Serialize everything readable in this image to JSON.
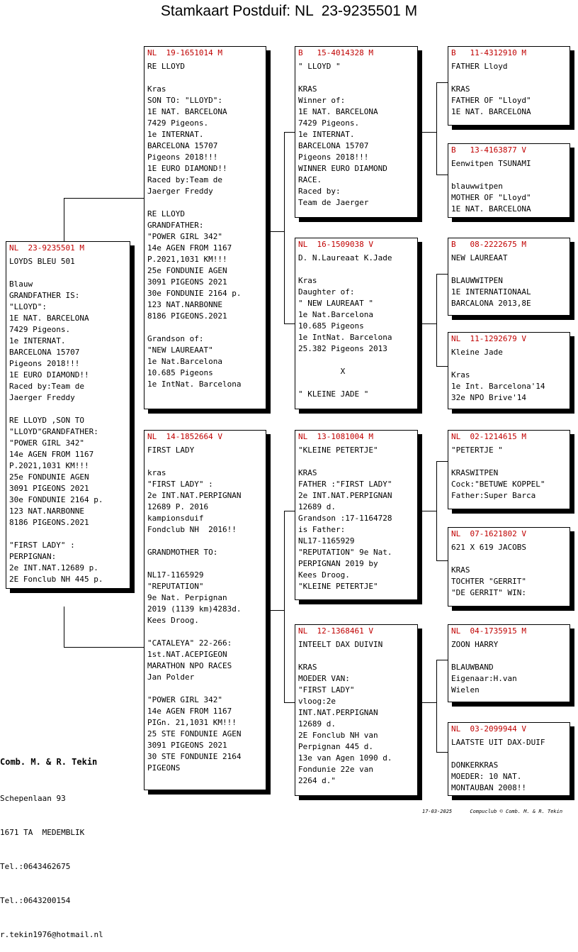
{
  "title": "Stamkaart Postduif: NL  23-9235501 M",
  "pigeons": {
    "subject": {
      "ring": "NL  23-9235501 M",
      "lines": "LOYDS BLEU 501\n\nBlauw\nGRANDFATHER IS:\n\"LLOYD\":\n1E NAT. BARCELONA\n7429 Pigeons.\n1e INTERNAT.\nBARCELONA 15707\nPigeons 2018!!!\n1E EURO DIAMOND!!\nRaced by:Team de\nJaerger Freddy\n\nRE LLOYD ,SON TO\n\"LLOYD\"GRANDFATHER:\n\"POWER GIRL 342\"\n14e AGEN FROM 1167\nP.2021,1031 KM!!!\n25e FONDUNIE AGEN\n3091 PIGEONS 2021\n30e FONDUNIE 2164 p.\n123 NAT.NARBONNE\n8186 PIGEONS.2021\n\n\"FIRST LADY\" :\nPERPIGNAN:\n2e INT.NAT.12689 p.\n2E Fonclub NH 445 p."
    },
    "father": {
      "ring": "NL  19-1651014 M",
      "lines": "RE LLOYD\n\nKras\nSON TO: \"LLOYD\":\n1E NAT. BARCELONA\n7429 Pigeons.\n1e INTERNAT.\nBARCELONA 15707\nPigeons 2018!!!\n1E EURO DIAMOND!!\nRaced by:Team de\nJaerger Freddy\n\nRE LLOYD\nGRANDFATHER:\n\"POWER GIRL 342\"\n14e AGEN FROM 1167\nP.2021,1031 KM!!!\n25e FONDUNIE AGEN\n3091 PIGEONS 2021\n30e FONDUNIE 2164 p.\n123 NAT.NARBONNE\n8186 PIGEONS.2021\n\nGrandson of:\n\"NEW LAUREAAT\"\n1e Nat.Barcelona\n10.685 Pigeons\n1e IntNat. Barcelona"
    },
    "mother": {
      "ring": "NL  14-1852664 V",
      "lines": "FIRST LADY\n\nkras\n\"FIRST LADY\" :\n2e INT.NAT.PERPIGNAN\n12689 P. 2016\nkampionsduif\nFondclub NH  2016!!\n\nGRANDMOTHER TO:\n\nNL17-1165929\n\"REPUTATION\"\n9e Nat. Perpignan\n2019 (1139 km)4283d.\nKees Droog.\n\n\"CATALEYA\" 22-266:\n1st.NAT.ACEPIGEON\nMARATHON NPO RACES\nJan Polder\n\n\"POWER GIRL 342\"\n14e AGEN FROM 1167\nPIGn. 21,1031 KM!!!\n25 STE FONDUNIE AGEN\n3091 PIGEONS 2021\n30 STE FONDUNIE 2164\nPIGEONS"
    },
    "ff": {
      "ring": "B   15-4014328 M",
      "lines": "\" LLOYD \"\n\nKRAS\nWinner of:\n1E NAT. BARCELONA\n7429 Pigeons.\n1e INTERNAT.\nBARCELONA 15707\nPigeons 2018!!!\nWINNER EURO DIAMOND\nRACE.\nRaced by:\nTeam de Jaerger"
    },
    "fm": {
      "ring": "NL  16-1509038 V",
      "lines": "D. N.Laureaat K.Jade\n\nKras\nDaughter of:\n\" NEW LAUREAAT \"\n1e Nat.Barcelona\n10.685 Pigeons\n1e IntNat. Barcelona\n25.382 Pigeons 2013\n\n         X\n\n\" KLEINE JADE \""
    },
    "mf": {
      "ring": "NL  13-1081004 M",
      "lines": "\"KLEINE PETERTJE\"\n\nKRAS\nFATHER :\"FIRST LADY\"\n2e INT.NAT.PERPIGNAN\n12689 d.\nGrandson :17-1164728\nis Father:\nNL17-1165929\n\"REPUTATION\" 9e Nat.\nPERPIGNAN 2019 by\nKees Droog.\n\"KLEINE PETERTJE\""
    },
    "mm": {
      "ring": "NL  12-1368461 V",
      "lines": "INTEELT DAX DUIVIN\n\nKRAS\nMOEDER VAN:\n\"FIRST LADY\"\nvloog:2e\nINT.NAT.PERPIGNAN\n12689 d.\n2E Fonclub NH van\nPerpignan 445 d.\n13e van Agen 1090 d.\nFondunie 22e van\n2264 d.\""
    },
    "fff": {
      "ring": "B   11-4312910 M",
      "lines": "FATHER Lloyd\n\nKRAS\nFATHER OF \"Lloyd\"\n1E NAT. BARCELONA"
    },
    "ffm": {
      "ring": "B   13-4163877 V",
      "lines": "Eenwitpen TSUNAMI\n\nblauwwitpen\nMOTHER OF \"Lloyd\"\n1E NAT. BARCELONA"
    },
    "fmf": {
      "ring": "B   08-2222675 M",
      "lines": "NEW LAUREAAT\n\nBLAUWWITPEN\n1E INTERNATIONAAL\nBARCALONA 2013,8E"
    },
    "fmm": {
      "ring": "NL  11-1292679 V",
      "lines": "Kleine Jade\n\nKras\n1e Int. Barcelona'14\n32e NPO Brive'14"
    },
    "mff": {
      "ring": "NL  02-1214615 M",
      "lines": "\"PETERTJE \"\n\nKRASWITPEN\nCock:\"BETUWE KOPPEL\"\nFather:Super Barca"
    },
    "mfm": {
      "ring": "NL  07-1621802 V",
      "lines": "621 X 619 JACOBS\n\nKRAS\nTOCHTER \"GERRIT\"\n\"DE GERRIT\" WIN:"
    },
    "mmf": {
      "ring": "NL  04-1735915 M",
      "lines": "ZOON HARRY\n\nBLAUWBAND\nEigenaar:H.van\nWielen"
    },
    "mmm": {
      "ring": "NL  03-2099944 V",
      "lines": "LAATSTE UIT DAX-DUIF\n\nDONKERKRAS\nMOEDER: 10 NAT.\nMONTAUBAN 2008!!"
    }
  },
  "owner": {
    "name": "Comb. M. & R. Tekin",
    "address": "Schepenlaan 93",
    "city": "1671 TA  MEDEMBLIK",
    "phone1": "Tel.:0643462675",
    "phone2": "Tel.:0643200154",
    "email": "r.tekin1976@hotmail.nl"
  },
  "footer": "17-03-2025      Compuclub © Comb. M. & R. Tekin"
}
